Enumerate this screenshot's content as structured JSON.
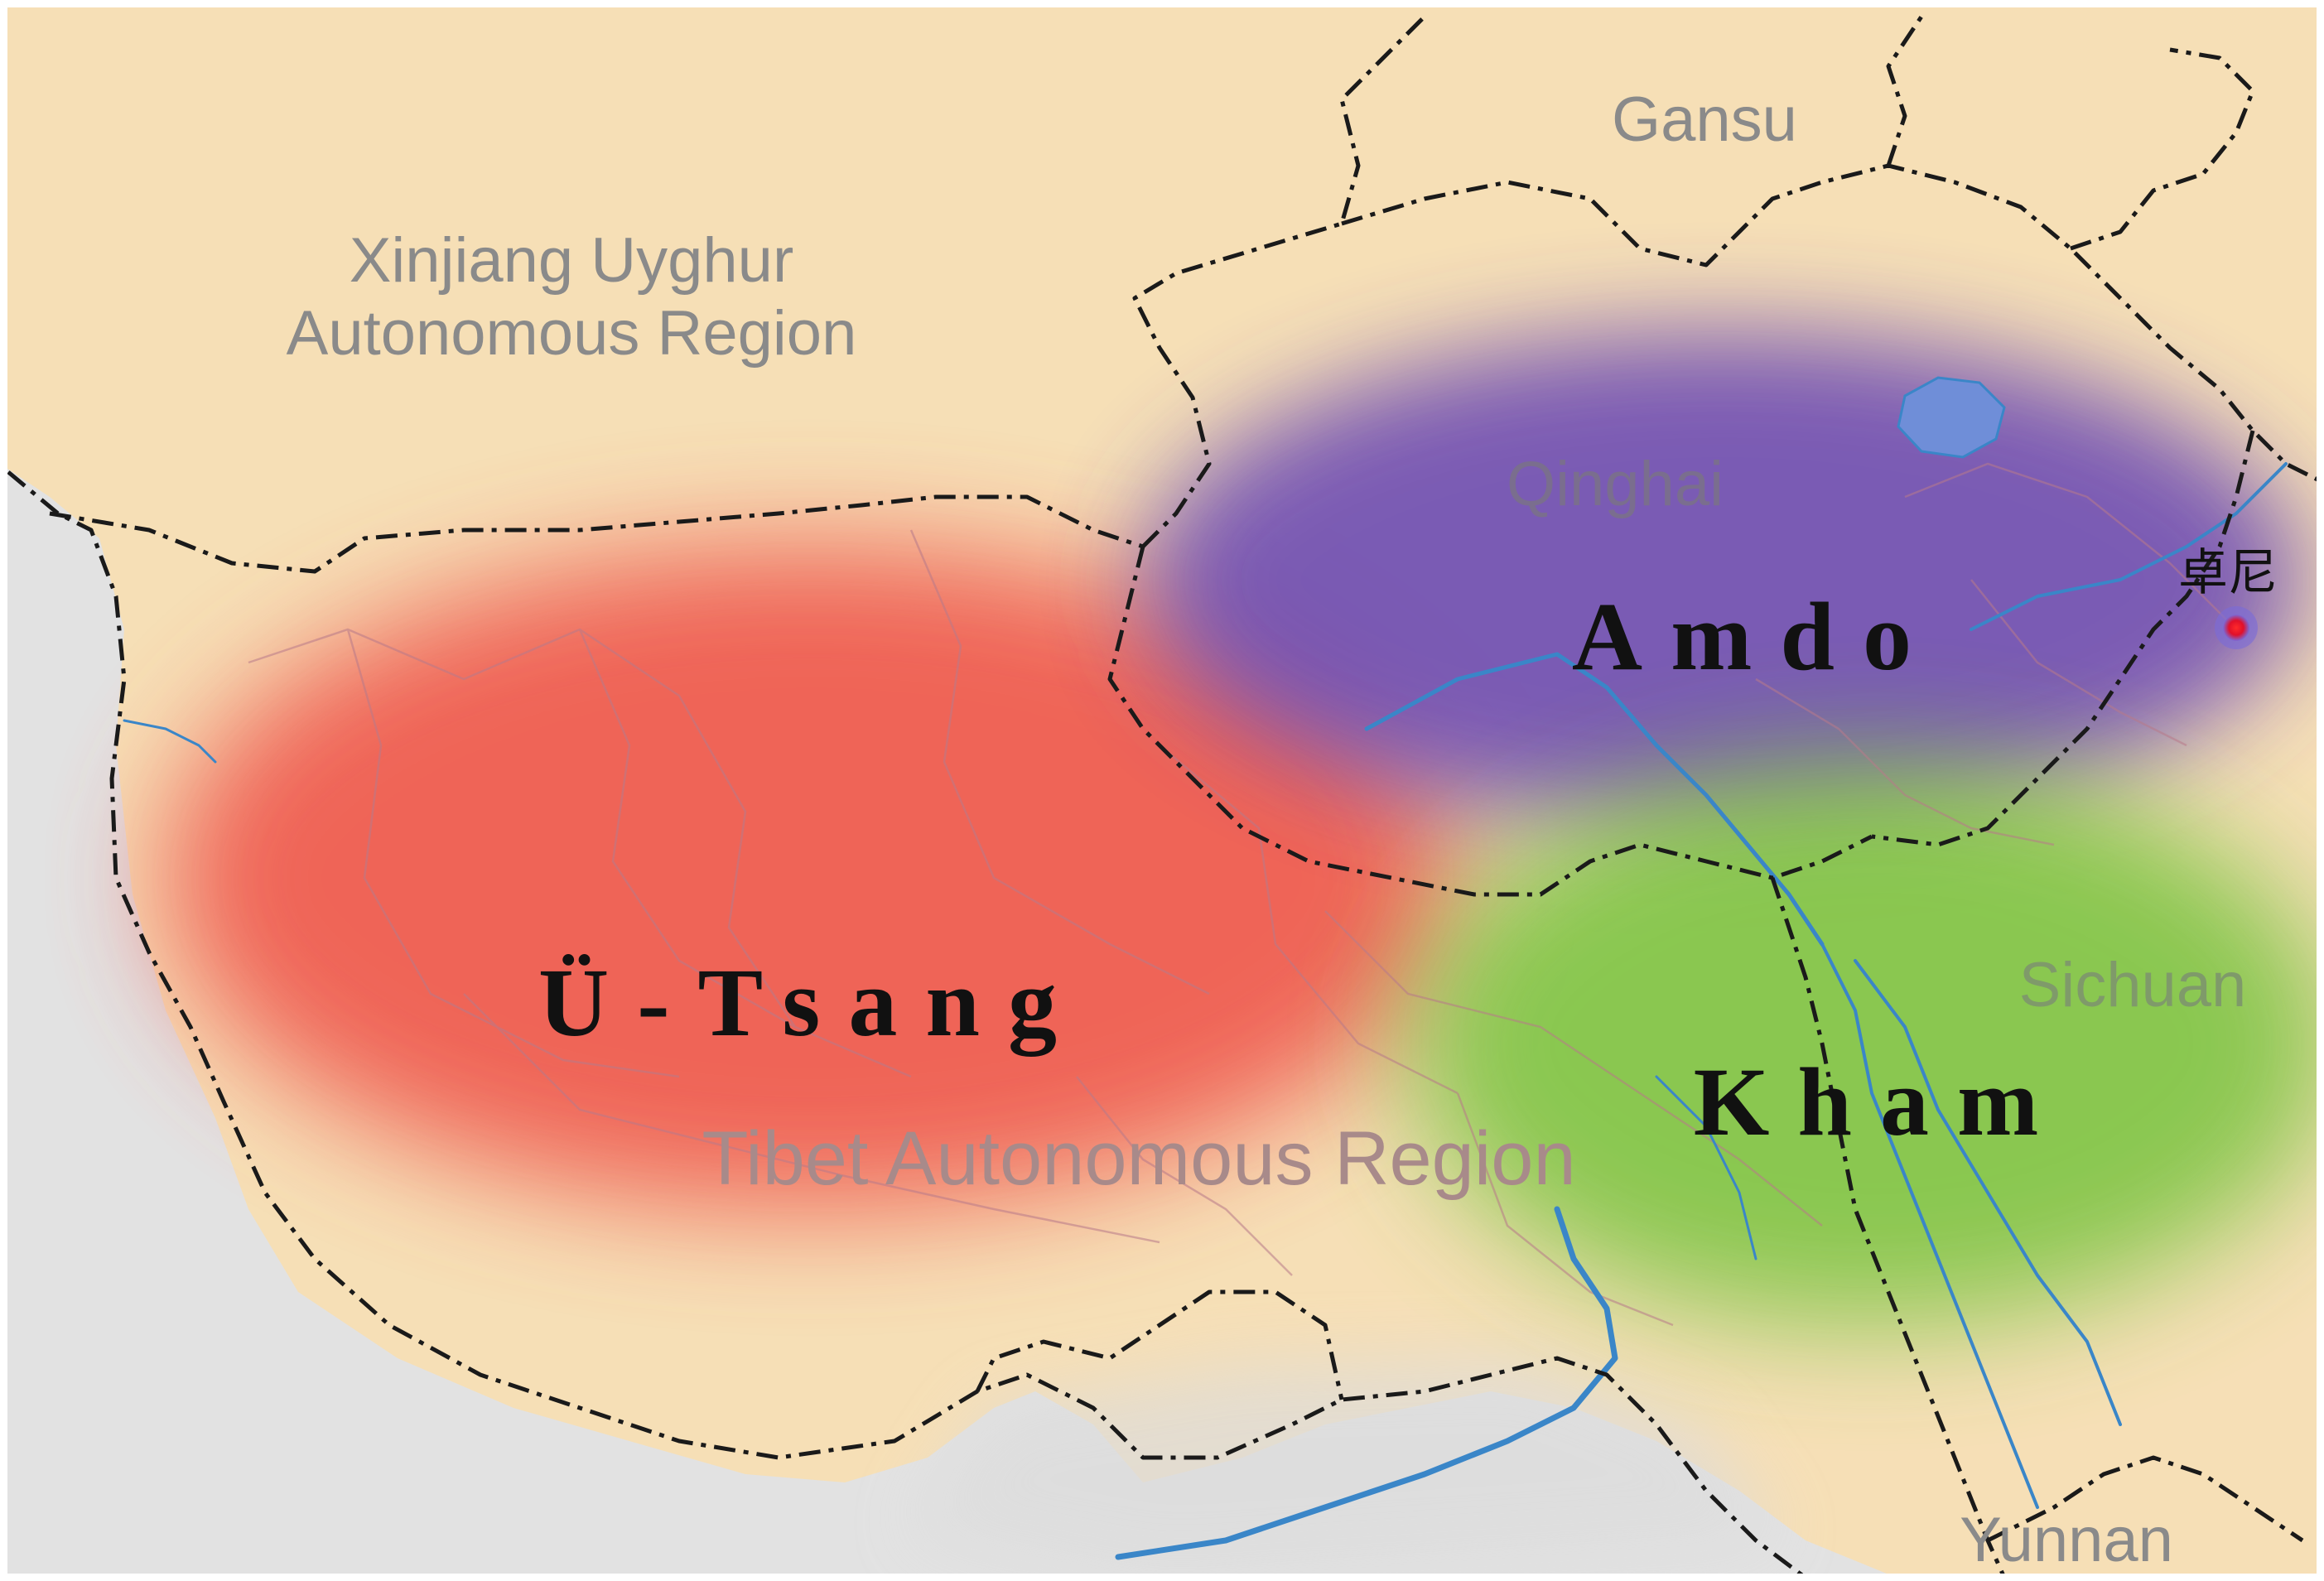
{
  "map": {
    "provinces": {
      "xinjiang_line1": "Xinjiang Uyghur",
      "xinjiang_line2": "Autonomous Region",
      "gansu": "Gansu",
      "qinghai": "Qinghai",
      "sichuan": "Sichuan",
      "tibet": "Tibet Autonomous Region",
      "yunnan": "Yunnan"
    },
    "regions": {
      "u_tsang": {
        "label": "Ü-Tsang",
        "color": "#ef5a50"
      },
      "amdo": {
        "label": "Amdo",
        "color": "#6a4ab4"
      },
      "kham": {
        "label": "Kham",
        "color": "#7cc442"
      }
    },
    "marker": {
      "label": "卓尼",
      "color": "#e0102a"
    },
    "colors": {
      "china_land": "#f6dfb6",
      "outside_land": "#e2e2e2",
      "river": "#3a86c8",
      "border": "#1a1a1a"
    }
  }
}
